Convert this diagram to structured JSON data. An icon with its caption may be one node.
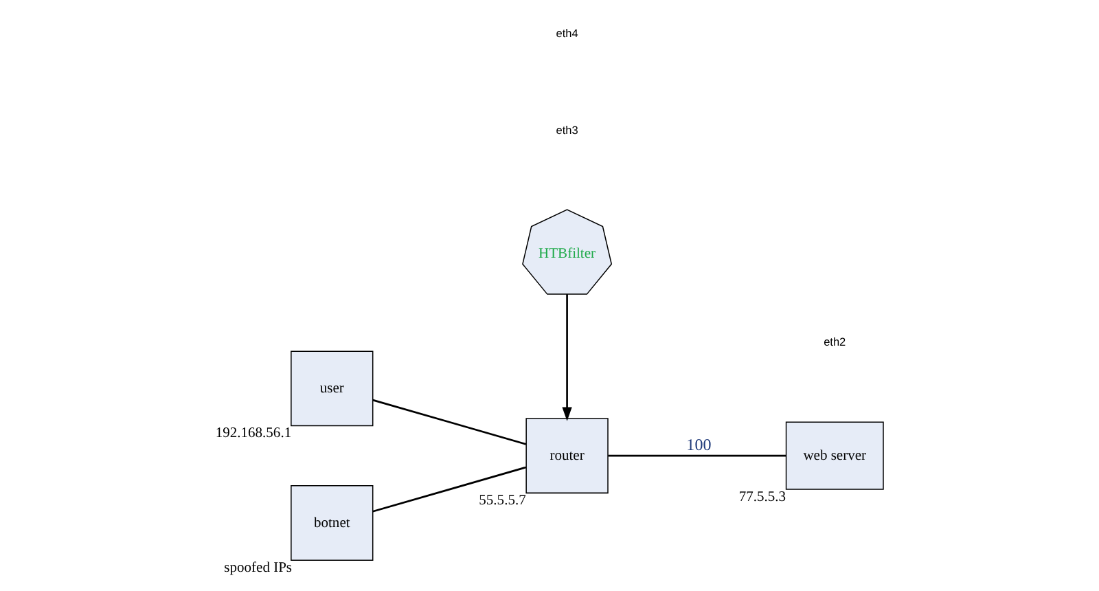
{
  "diagram": {
    "nodes": [
      {
        "text": [
          "user"
        ],
        "beside": [
          "192.168.56.1"
        ]
      },
      {
        "text": [
          "botnet"
        ],
        "beside": [
          "spoofed IPs"
        ]
      },
      {
        "text": [
          "router"
        ],
        "beside": [
          "55.5.5.7"
        ]
      },
      {
        "text": [
          "web server"
        ],
        "beside": [
          "77.5.5.3"
        ]
      },
      {
        "text": [
          "HTBfilter"
        ]
      }
    ],
    "edges": [
      {
        "from": 0,
        "to": 2,
        "arrow": "none"
      },
      {
        "from": 1,
        "to": 2,
        "arrow": "none"
      },
      {
        "from": 2,
        "to": 3,
        "arrow": "none",
        "label": "100"
      },
      {
        "from": 4,
        "to": 2,
        "arrow": "to"
      }
    ],
    "labels": [
      "eth3",
      "eth4",
      "eth2"
    ]
  }
}
